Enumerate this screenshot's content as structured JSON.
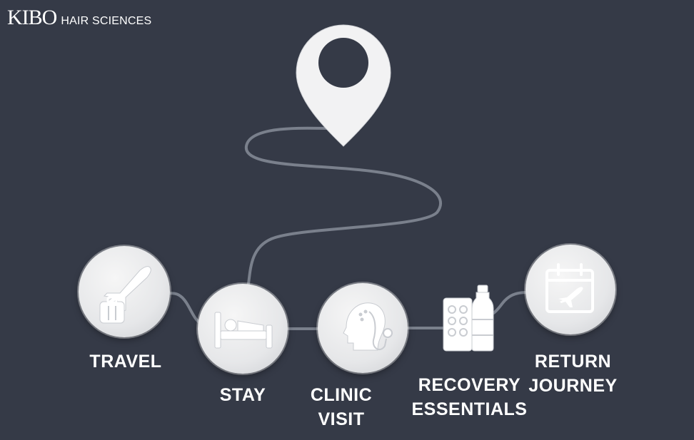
{
  "brand": {
    "name": "KIBO",
    "tagline": "HAIR SCIENCES"
  },
  "steps": [
    {
      "id": "travel",
      "label_line1": "TRAVEL",
      "label_line2": "",
      "icon": "plane-luggage-icon"
    },
    {
      "id": "stay",
      "label_line1": "STAY",
      "label_line2": "",
      "icon": "bed-icon"
    },
    {
      "id": "clinic-visit",
      "label_line1": "CLINIC",
      "label_line2": "VISIT",
      "icon": "head-stethoscope-icon"
    },
    {
      "id": "recovery-essentials",
      "label_line1": "RECOVERY",
      "label_line2": "ESSENTIALS",
      "icon": "pills-bottle-icon"
    },
    {
      "id": "return-journey",
      "label_line1": "RETURN",
      "label_line2": "JOURNEY",
      "icon": "calendar-plane-icon"
    }
  ],
  "colors": {
    "background": "#353a47",
    "path": "#7a808c",
    "node": "#e9eaec",
    "icon": "#ffffff",
    "text": "#ffffff"
  }
}
